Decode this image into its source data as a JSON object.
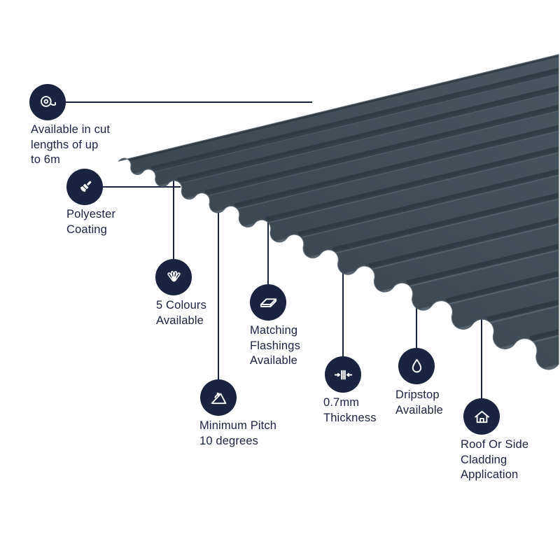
{
  "colors": {
    "badge": "#1a2340",
    "text": "#1c2342",
    "connector": "#1b2440",
    "sheet": "#3e4952"
  },
  "features": [
    {
      "name": "cut-lengths",
      "icon": "tape-measure-icon",
      "lines": [
        "Available in cut",
        "lengths of up",
        "to 6m"
      ]
    },
    {
      "name": "polyester-coating",
      "icon": "paintbrush-icon",
      "lines": [
        "Polyester",
        "Coating"
      ]
    },
    {
      "name": "five-colours",
      "icon": "colour-fan-icon",
      "lines": [
        "5 Colours",
        "Available"
      ]
    },
    {
      "name": "matching-flashings",
      "icon": "flashing-sheet-icon",
      "lines": [
        "Matching",
        "Flashings",
        "Available"
      ]
    },
    {
      "name": "minimum-pitch",
      "icon": "pitch-angle-icon",
      "lines": [
        "Minimum Pitch",
        "10 degrees"
      ]
    },
    {
      "name": "thickness",
      "icon": "thickness-gauge-icon",
      "lines": [
        "0.7mm",
        "Thickness"
      ]
    },
    {
      "name": "dripstop",
      "icon": "water-drop-icon",
      "lines": [
        "Dripstop",
        "Available"
      ]
    },
    {
      "name": "roof-side-cladding",
      "icon": "house-icon",
      "lines": [
        "Roof Or Side",
        "Cladding",
        "Application"
      ]
    }
  ]
}
